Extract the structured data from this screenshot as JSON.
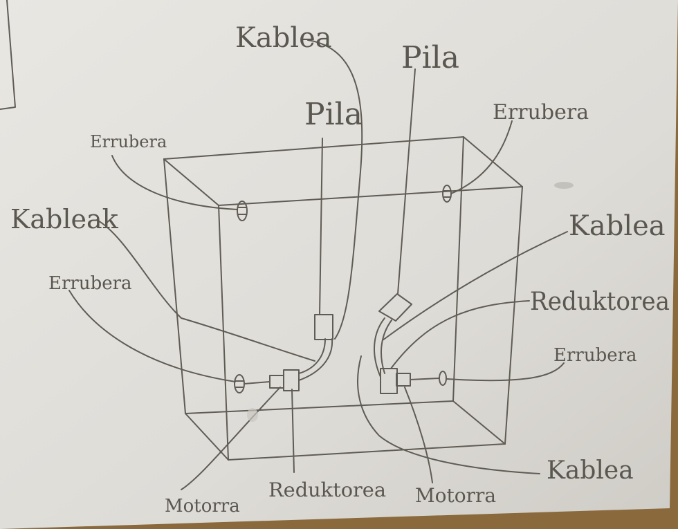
{
  "labels": {
    "kablea_top": "Kablea",
    "pila_top_right": "Pila",
    "pila_top_center": "Pila",
    "errubera_top_right": "Errubera",
    "errubera_top_left": "Errubera",
    "kableak_left": "Kableak",
    "kablea_right": "Kablea",
    "errubera_left": "Errubera",
    "reduktorea_right": "Reduktorea",
    "errubera_right": "Errubera",
    "kablea_bottom_right": "Kablea",
    "motorra_bottom_left": "Motorra",
    "reduktorea_bottom": "Reduktorea",
    "motorra_bottom_right": "Motorra"
  },
  "colors": {
    "paper": "#e4e2dd",
    "pencil": "#5f5b55",
    "wood": "#8a6a3c"
  }
}
